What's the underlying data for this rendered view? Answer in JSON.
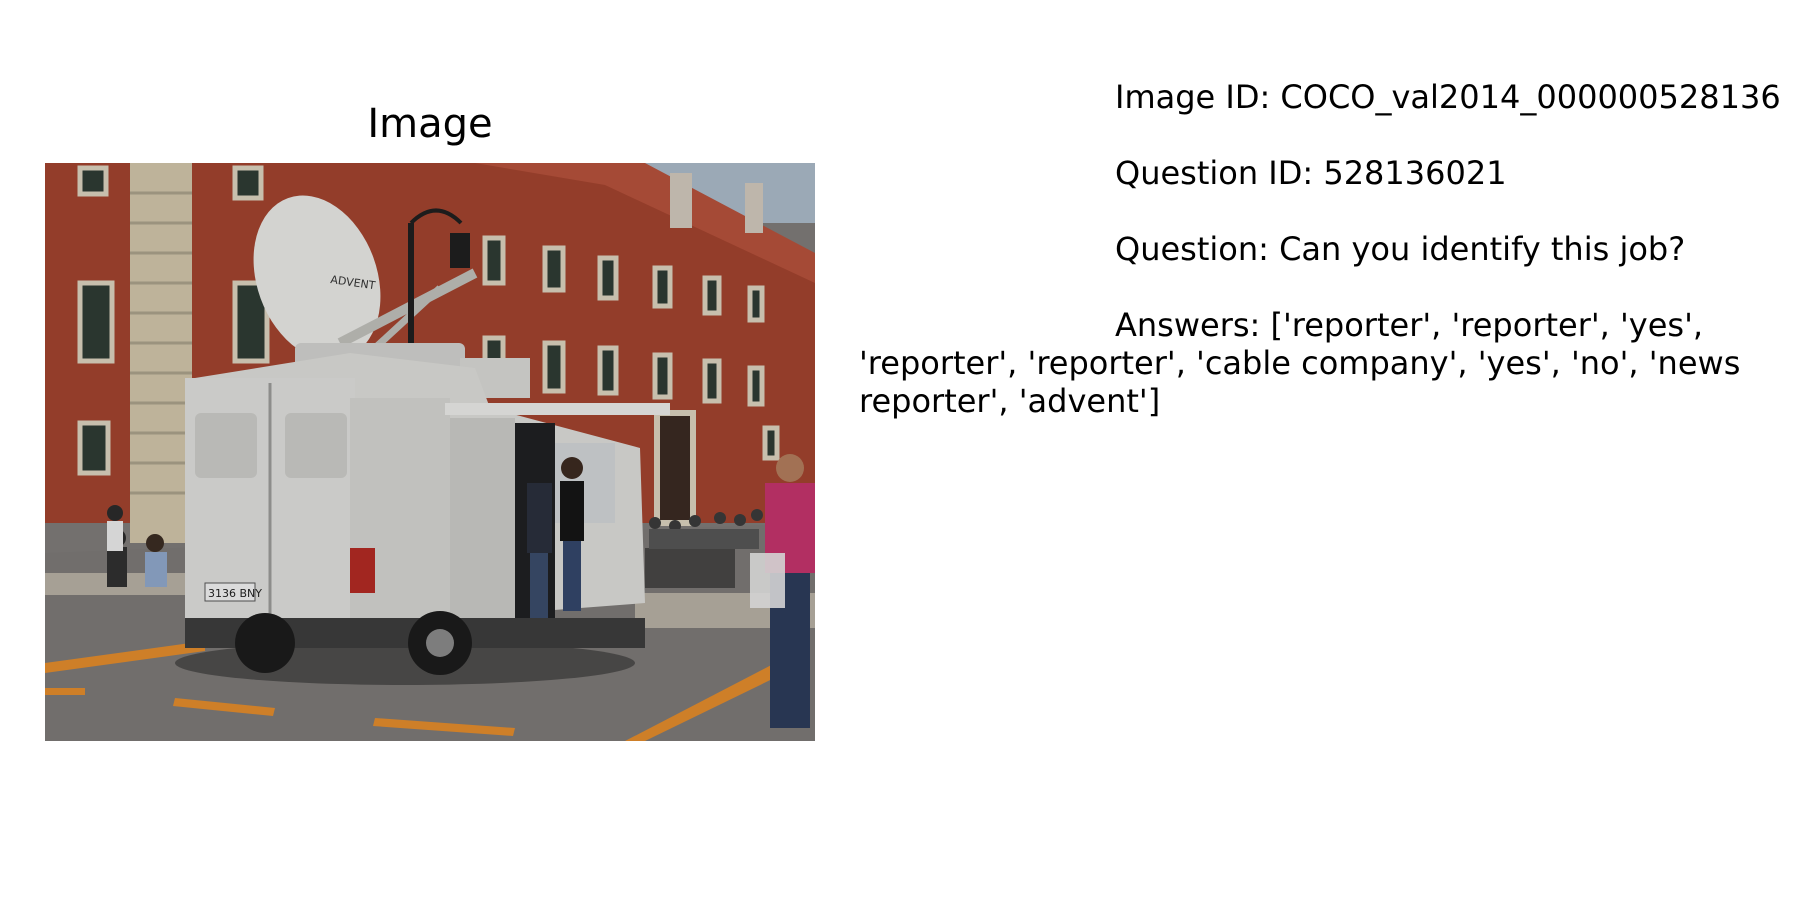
{
  "image_panel": {
    "title": "Image",
    "logo_text": "ADVENT",
    "plate_text": "3136 BNY"
  },
  "info": {
    "image_id": "Image ID: COCO_val2014_000000528136",
    "question_id": "Question ID: 528136021",
    "question": "Question: Can you identify this job?",
    "answers": "Answers: ['reporter', 'reporter', 'yes', 'reporter', 'reporter', 'cable company', 'yes', 'no', 'news reporter', 'advent']"
  },
  "colors": {
    "building": "#a0432e",
    "roof": "#b4513b",
    "van": "#d9d9d6",
    "pavement": "#7b7876",
    "road_marking": "#e08a2c",
    "shirt": "#c2336b"
  }
}
